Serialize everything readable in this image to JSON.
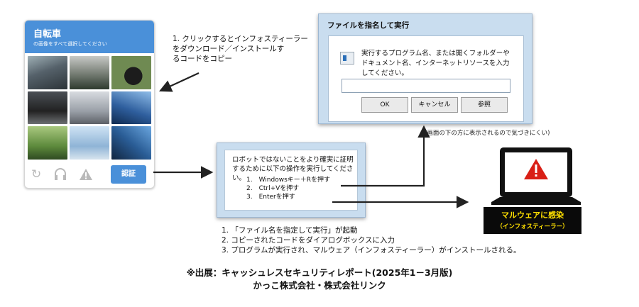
{
  "captcha": {
    "title": "自転車",
    "subtitle": "の画像をすべて選択してください",
    "verify_button": "認証",
    "icons": [
      "refresh-icon",
      "headphones-icon",
      "warning-icon"
    ]
  },
  "annotation_copy": "1. クリックするとインフォスティーラー\nをダウンロード／インストールす\nるコードをコピー",
  "run_dialog": {
    "title": "ファイルを指名して実行",
    "description": "実行するプログラム名、または開くフォルダーやドキュメント名、インターネットリソースを入力してください。",
    "input_value": "",
    "buttons": [
      "OK",
      "キャンセル",
      "参照"
    ]
  },
  "annotation_hidden": "(画面の下の方に表示されるので気づきにくい)",
  "instruction_popup": {
    "text": "ロボットではないことをより確実に証明するために以下の操作を実行してください。",
    "steps": [
      "1.　Windowsキー＋Rを押す",
      "2.　Ctrl+Vを押す",
      "3.　Enterを押す"
    ]
  },
  "malware": {
    "label": "マルウェアに感染",
    "sublabel": "（インフォスティーラー）",
    "colors": {
      "label_bg": "#0a0a0a",
      "label_text": "#ffe000",
      "warning": "#d91f16"
    }
  },
  "flow_steps": [
    "1. 「ファイル名を指定して実行」が起動",
    "2. コピーされたコードをダイアログボックスに入力",
    "3. プログラムが実行され、マルウェア（インフォスティーラー）がインストールされる。"
  ],
  "source": {
    "line1": "※出展：キャッシュレスセキュリティレポート(2025年1－3月版)",
    "line2": "かっこ株式会社・株式会社リンク"
  }
}
